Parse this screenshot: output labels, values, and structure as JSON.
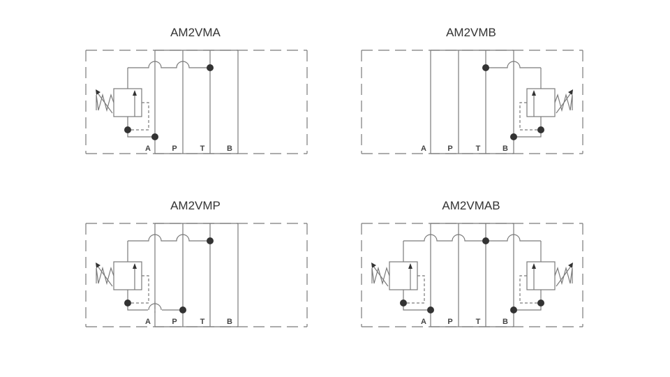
{
  "colors": {
    "line": "#7a7a7a",
    "dot": "#333333"
  },
  "diagrams": [
    {
      "title": "AM2VMA",
      "ports": [
        "A",
        "P",
        "T",
        "B"
      ],
      "valves": [
        "A"
      ]
    },
    {
      "title": "AM2VMB",
      "ports": [
        "A",
        "P",
        "T",
        "B"
      ],
      "valves": [
        "B"
      ]
    },
    {
      "title": "AM2VMP",
      "ports": [
        "A",
        "P",
        "T",
        "B"
      ],
      "valves": [
        "P"
      ]
    },
    {
      "title": "AM2VMAB",
      "ports": [
        "A",
        "P",
        "T",
        "B"
      ],
      "valves": [
        "A",
        "B"
      ]
    }
  ]
}
